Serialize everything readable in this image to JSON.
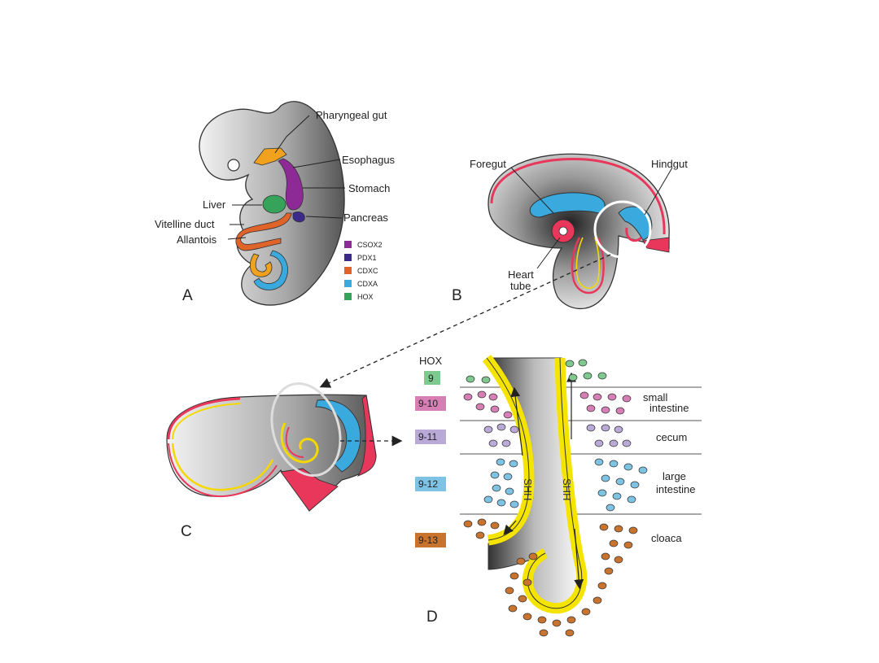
{
  "panels": {
    "a": "A",
    "b": "B",
    "c": "C",
    "d": "D"
  },
  "panel_a": {
    "labels": {
      "pharyngeal_gut": "Pharyngeal gut",
      "esophagus": "Esophagus",
      "stomach": "Stomach",
      "liver": "Liver",
      "pancreas": "Pancreas",
      "vitelline_duct": "Vitelline duct",
      "allantois": "Allantois"
    },
    "legend": [
      {
        "label": "CSOX2",
        "color": "#8e2a96"
      },
      {
        "label": "PDX1",
        "color": "#3b2a8a"
      },
      {
        "label": "CDXC",
        "color": "#e0632a"
      },
      {
        "label": "CDXA",
        "color": "#39a9de"
      },
      {
        "label": "HOX",
        "color": "#36a35a"
      }
    ]
  },
  "panel_b": {
    "labels": {
      "foregut": "Foregut",
      "hindgut": "Hindgut",
      "heart_tube_1": "Heart",
      "heart_tube_2": "tube"
    }
  },
  "panel_d": {
    "hox_header": "HOX",
    "zones": [
      {
        "hox": "9",
        "color": "#7fc98f",
        "region": ""
      },
      {
        "hox": "9-10",
        "color": "#d67fb4",
        "region_1": "small",
        "region_2": "intestine"
      },
      {
        "hox": "9-11",
        "color": "#b8a9d6",
        "region_1": "cecum",
        "region_2": ""
      },
      {
        "hox": "9-12",
        "color": "#7ec3e3",
        "region_1": "large",
        "region_2": "intestine"
      },
      {
        "hox": "9-13",
        "color": "#c9742e",
        "region_1": "cloaca",
        "region_2": ""
      }
    ],
    "shh_left": "SHH",
    "shh_right": "SHH"
  }
}
